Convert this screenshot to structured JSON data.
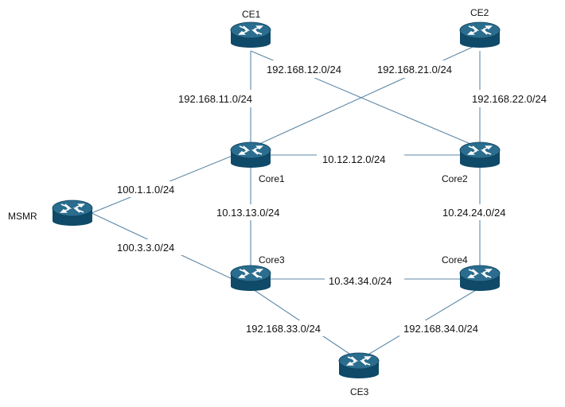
{
  "nodes": {
    "ce1": {
      "label": "CE1"
    },
    "ce2": {
      "label": "CE2"
    },
    "core1": {
      "label": "Core1"
    },
    "core2": {
      "label": "Core2"
    },
    "msmr": {
      "label": "MSMR"
    },
    "core3": {
      "label": "Core3"
    },
    "core4": {
      "label": "Core4"
    },
    "ce3": {
      "label": "CE3"
    }
  },
  "links": {
    "ce1_core1": "192.168.11.0/24",
    "ce1_core2": "192.168.12.0/24",
    "ce2_core1": "192.168.21.0/24",
    "ce2_core2": "192.168.22.0/24",
    "core1_core2": "10.12.12.0/24",
    "msmr_core1": "100.1.1.0/24",
    "core1_core3": "10.13.13.0/24",
    "core2_core4": "10.24.24.0/24",
    "msmr_core3": "100.3.3.0/24",
    "core3_core4": "10.34.34.0/24",
    "core3_ce3": "192.168.33.0/24",
    "core4_ce3": "192.168.34.0/24"
  },
  "colors": {
    "router_top": "#2a6d8e",
    "router_body": "#0f4a68",
    "link": "#5d88a8"
  }
}
